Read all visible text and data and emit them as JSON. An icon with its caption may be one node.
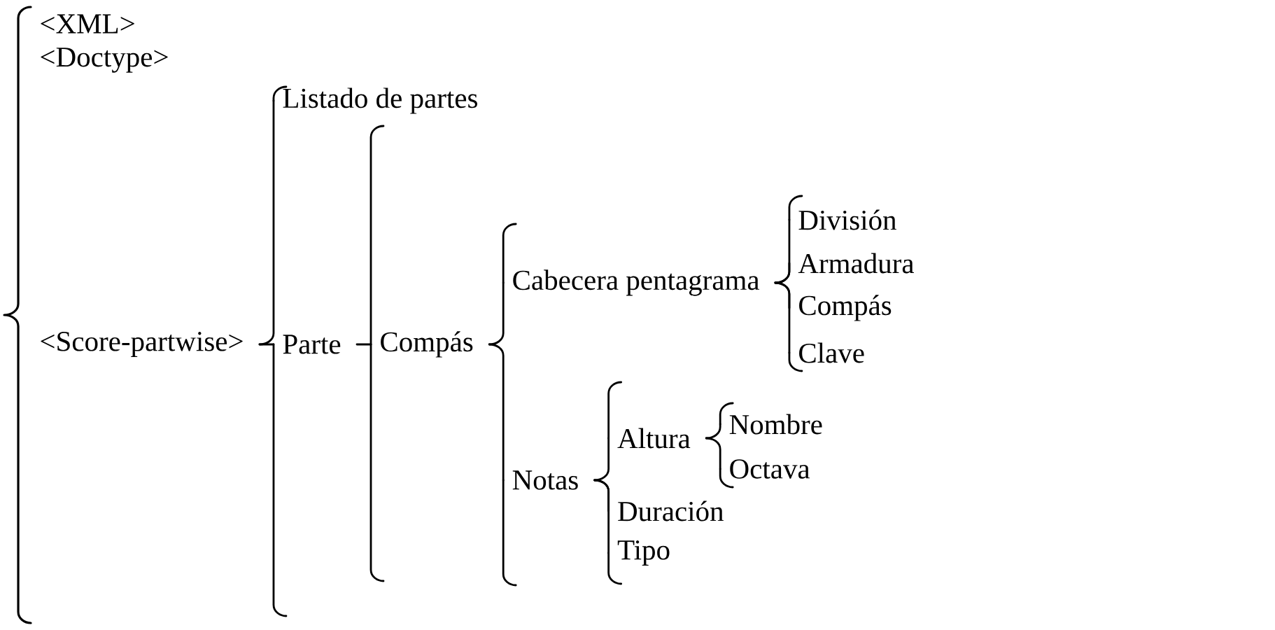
{
  "diagram": {
    "nodes": [
      {
        "text": [
          "<XML>"
        ]
      },
      {
        "text": [
          "<Doctype>"
        ]
      },
      {
        "text": [
          "<Score-partwise>"
        ]
      },
      {
        "text": [
          "Listado de partes"
        ]
      },
      {
        "text": [
          "Parte"
        ]
      },
      {
        "text": [
          "Compás"
        ]
      },
      {
        "text": [
          "Cabecera pentagrama"
        ]
      },
      {
        "text": [
          "División"
        ]
      },
      {
        "text": [
          "Armadura"
        ]
      },
      {
        "text": [
          "Compás"
        ]
      },
      {
        "text": [
          "Clave"
        ]
      },
      {
        "text": [
          "Notas"
        ]
      },
      {
        "text": [
          "Altura"
        ]
      },
      {
        "text": [
          "Nombre"
        ]
      },
      {
        "text": [
          "Octava"
        ]
      },
      {
        "text": [
          "Duración"
        ]
      },
      {
        "text": [
          "Tipo"
        ]
      }
    ],
    "edges": [
      {
        "from": 2,
        "to": 3,
        "arrow": "none"
      },
      {
        "from": 2,
        "to": 4,
        "arrow": "none"
      },
      {
        "from": 4,
        "to": 5,
        "arrow": "none"
      },
      {
        "from": 5,
        "to": 6,
        "arrow": "none"
      },
      {
        "from": 5,
        "to": 11,
        "arrow": "none"
      },
      {
        "from": 6,
        "to": 7,
        "arrow": "none"
      },
      {
        "from": 6,
        "to": 8,
        "arrow": "none"
      },
      {
        "from": 6,
        "to": 9,
        "arrow": "none"
      },
      {
        "from": 6,
        "to": 10,
        "arrow": "none"
      },
      {
        "from": 11,
        "to": 12,
        "arrow": "none"
      },
      {
        "from": 11,
        "to": 15,
        "arrow": "none"
      },
      {
        "from": 11,
        "to": 16,
        "arrow": "none"
      },
      {
        "from": 12,
        "to": 13,
        "arrow": "none"
      },
      {
        "from": 12,
        "to": 14,
        "arrow": "none"
      }
    ]
  }
}
